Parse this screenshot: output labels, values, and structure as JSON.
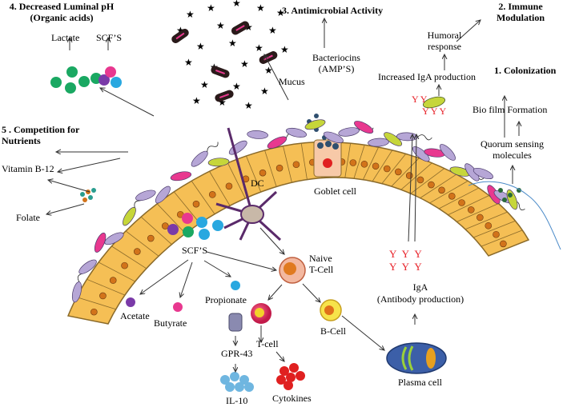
{
  "labels": {
    "ph_title_line1": "4. Decreased Luminal pH",
    "ph_title_line2": "(Organic acids)",
    "lactate": "Lactate",
    "scfs_top": "SCF’S",
    "antimicrobial": "3. Antimicrobial Activity",
    "immune_line1": "2. Immune",
    "immune_line2": "Modulation",
    "humoral_line1": "Humoral",
    "humoral_line2": "response",
    "iga_increase": "Increased IgA production",
    "colonization": "1. Colonization",
    "biofilm": "Bio film Formation",
    "quorum_line1": "Quorum sensing",
    "quorum_line2": "molecules",
    "bacteriocins_line1": "Bacteriocins",
    "bacteriocins_line2": "(AMP’S)",
    "mucus": "Mucus",
    "competition_line1": "5 . Competition for",
    "competition_line2": "Nutrients",
    "vitamin": "Vitamin B-12",
    "folate": "Folate",
    "dc": "DC",
    "goblet": "Goblet cell",
    "scfs_mid": "SCF’S",
    "naive_line1": "Naive",
    "naive_line2": "T-Cell",
    "iga_y_row1": "Y Y Y",
    "iga_y_row2": "Y Y Y",
    "iga_line1": "IgA",
    "iga_line2": "(Antibody production)",
    "acetate": "Acetate",
    "butyrate": "Butyrate",
    "propionate": "Propionate",
    "gpr43": "GPR-43",
    "il10": "IL-10",
    "bcell": "B-Cell",
    "tcell": "T-cell",
    "cytokines": "Cytokines",
    "plasma": "Plasma cell"
  },
  "colors": {
    "epithelium": "#f5bf55",
    "epithelium_edge": "#8a6a2a",
    "nucleus": "#d2731a",
    "bacteria_purple": "#b6a6d6",
    "bacteria_magenta": "#e8388f",
    "bacteria_yellow_green": "#c6d63a",
    "teal": "#2a9d8f",
    "green_dot": "#1aa862",
    "iga_red": "#e8232a",
    "plasma_blue": "#3c5fa8",
    "il10_blue": "#6fb6e0",
    "cytokine_red": "#e02020"
  }
}
